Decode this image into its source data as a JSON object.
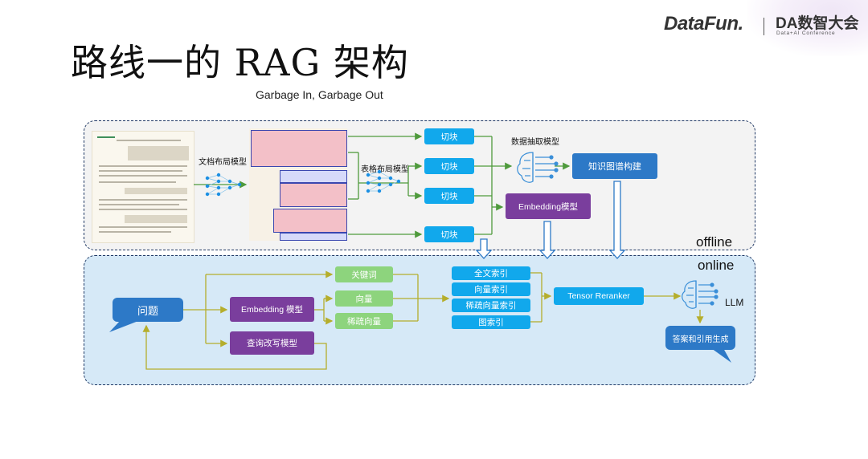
{
  "page": {
    "title": "路线一的 RAG 架构",
    "subtitle": "Garbage In, Garbage Out"
  },
  "brand": {
    "datafun": "DataFun.",
    "da": "DA数智大会",
    "da_sub": "Data+AI Conference"
  },
  "offline": {
    "label": "offline",
    "doc_layout_model": "文档布局模型",
    "table_layout_model": "表格布局模型",
    "chunk_label": "切块",
    "extract_model": "数据抽取模型",
    "kg_build": "知识图谱构建",
    "embedding_model": "Embedding模型"
  },
  "online": {
    "label": "online",
    "question": "问题",
    "embedding_model": "Embedding 模型",
    "query_rewrite": "查询改写模型",
    "keyword": "关键词",
    "vector": "向量",
    "sparse_vector": "稀疏向量",
    "fulltext_index": "全文索引",
    "vector_index": "向量索引",
    "sparse_vector_index": "稀疏向量索引",
    "graph_index": "图索引",
    "reranker": "Tensor Reranker",
    "llm": "LLM",
    "answer": "答案和引用生成"
  },
  "colors": {
    "arrow_green": "#4e9a3c",
    "arrow_olive": "#b5ae2c",
    "panel_border": "#1f3864",
    "online_bg": "#d6e9f7",
    "offline_bg": "#f3f3f3"
  }
}
